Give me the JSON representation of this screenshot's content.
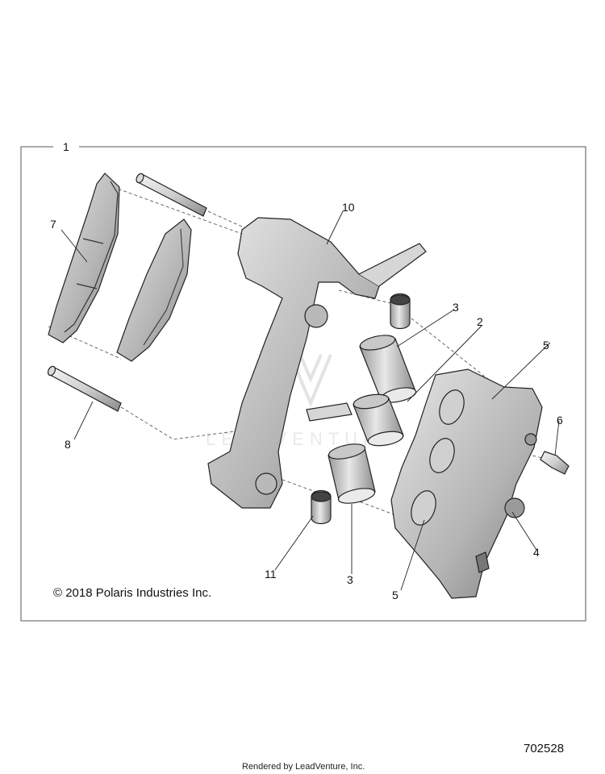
{
  "diagram": {
    "labels": {
      "frame": "1",
      "piston_upper_ref": "2",
      "piston_upper": "3",
      "piston_lower": "3",
      "seal_lower_ref": "4",
      "seal_upper": "5",
      "seal_lower": "5",
      "bleeder": "6",
      "brake_pad": "7",
      "pin": "8",
      "bracket": "10",
      "boot": "11"
    },
    "copyright": "© 2018 Polaris Industries Inc.",
    "figure_number": "702528",
    "watermark": "LEADVENTURE",
    "footer": "Rendered by LeadVenture, Inc."
  }
}
